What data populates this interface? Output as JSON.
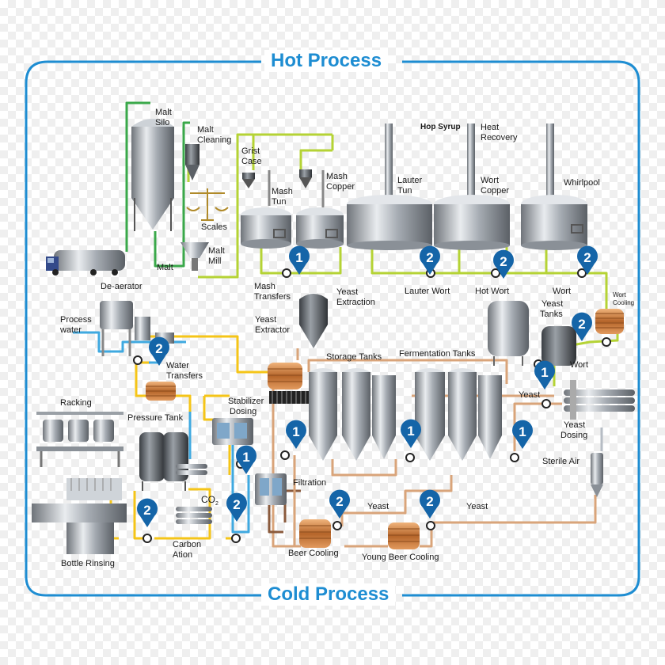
{
  "titles": {
    "hot": "Hot Process",
    "cold": "Cold Process"
  },
  "labels": {
    "malt_silo_1": "Malt",
    "malt_silo_2": "Silo",
    "malt": "Malt",
    "malt_cleaning_1": "Malt",
    "malt_cleaning_2": "Cleaning",
    "scales": "Scales",
    "malt_mill_1": "Malt",
    "malt_mill_2": "Mill",
    "grist_case_1": "Grist",
    "grist_case_2": "Case",
    "mash_tun_1": "Mash",
    "mash_tun_2": "Tun",
    "mash_copper_1": "Mash",
    "mash_copper_2": "Copper",
    "hop_syrup": "Hop Syrup",
    "heat_recovery_1": "Heat",
    "heat_recovery_2": "Recovery",
    "lauter_tun_1": "Lauter",
    "lauter_tun_2": "Tun",
    "wort_copper_1": "Wort",
    "wort_copper_2": "Copper",
    "whirlpool": "Whirlpool",
    "de_aerator": "De-aerator",
    "mash_transfers_1": "Mash",
    "mash_transfers_2": "Transfers",
    "yeast_extraction_1": "Yeast",
    "yeast_extraction_2": "Extraction",
    "lauter_wort": "Lauter Wort",
    "hot_wort": "Hot Wort",
    "wort_1": "Wort",
    "wort_cooling_1": "Wort",
    "wort_cooling_2": "Cooling",
    "process_water_1": "Process",
    "process_water_2": "water",
    "yeast_extractor_1": "Yeast",
    "yeast_extractor_2": "Extractor",
    "yeast_tanks_1": "Yeast",
    "yeast_tanks_2": "Tanks",
    "water_transfers_1": "Water",
    "water_transfers_2": "Transfers",
    "storage_tanks": "Storage Tanks",
    "fermentation_tanks": "Fermentation Tanks",
    "wort_2": "Wort",
    "racking": "Racking",
    "stabilizer_dosing_1": "Stabilizer",
    "stabilizer_dosing_2": "Dosing",
    "yeast_1": "Yeast",
    "yeast_dosing_1": "Yeast",
    "yeast_dosing_2": "Dosing",
    "pressure_tank": "Pressure Tank",
    "sterile_air": "Sterile Air",
    "co2_main": "CO",
    "co2_sub": "2",
    "filtration": "Filtration",
    "yeast_2": "Yeast",
    "yeast_3": "Yeast",
    "carbonation_1": "Carbon",
    "carbonation_2": "Ation",
    "beer_cooling": "Beer Cooling",
    "young_beer_cooling": "Young Beer Cooling",
    "bottle_rinsing": "Bottle Rinsing"
  },
  "markers": [
    {
      "name": "marker-mash-transfers",
      "number": "1"
    },
    {
      "name": "marker-lauter-wort",
      "number": "2"
    },
    {
      "name": "marker-hot-wort",
      "number": "2"
    },
    {
      "name": "marker-wort",
      "number": "2"
    },
    {
      "name": "marker-wort-cooling",
      "number": "2"
    },
    {
      "name": "marker-water-transfers",
      "number": "2"
    },
    {
      "name": "marker-yeast-tanks",
      "number": "1"
    },
    {
      "name": "marker-storage-tanks-left",
      "number": "1"
    },
    {
      "name": "marker-storage-tanks-right",
      "number": "1"
    },
    {
      "name": "marker-fermentation-tanks",
      "number": "1"
    },
    {
      "name": "marker-stabilizer",
      "number": "1"
    },
    {
      "name": "marker-pressure-tank",
      "number": "2"
    },
    {
      "name": "marker-carbonation",
      "number": "2"
    },
    {
      "name": "marker-beer-cooling",
      "number": "2"
    },
    {
      "name": "marker-young-beer-cooling",
      "number": "2"
    }
  ],
  "colors": {
    "frame": "#1e8dd2",
    "marker": "#1565a8",
    "hot_line": "#b5d335",
    "malt_line": "#3aa84a",
    "water_line": "#3fa9e0",
    "yellow_line": "#f5c518",
    "copper_line": "#d9a47a",
    "brown_line": "#8a5a3c",
    "steel_line": "#b6bcc4"
  }
}
